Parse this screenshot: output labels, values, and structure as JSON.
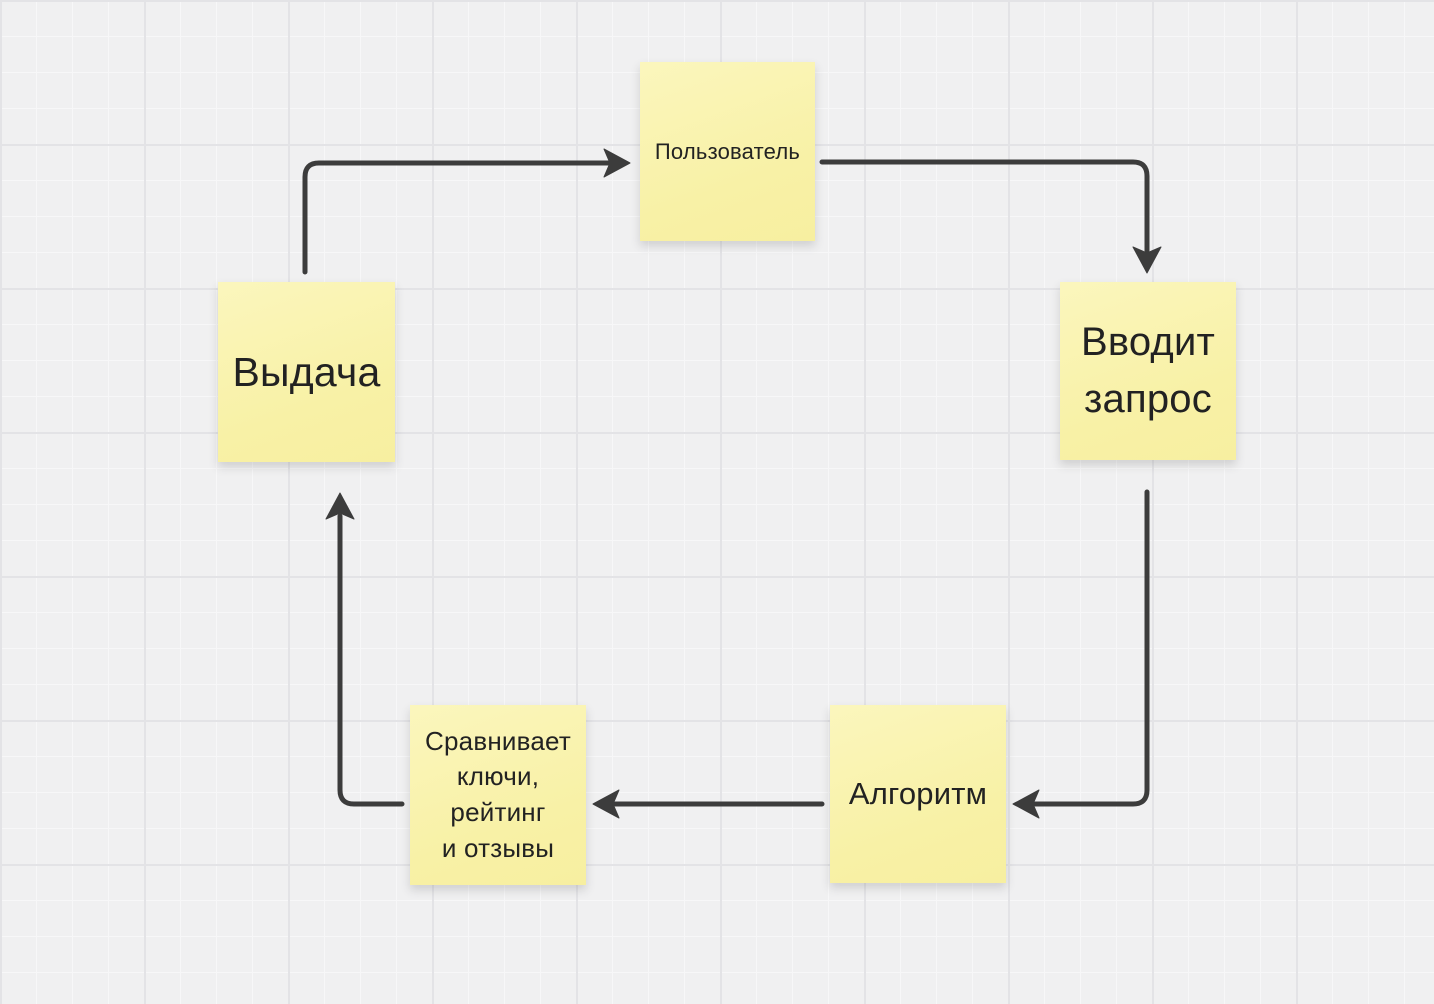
{
  "app": {
    "kind": "whiteboard-canvas",
    "language": "ru"
  },
  "colors": {
    "background": "#f0f0f1",
    "grid_minor": "#f7f7f8",
    "grid_major": "#e3e3e6",
    "sticky_fill": "#f8f1a6",
    "sticky_fill_light": "#fbf6bd",
    "sticky_text": "#222222",
    "connector": "#3c3c3c"
  },
  "diagram": {
    "nodes": [
      {
        "id": "user",
        "label": "Пользователь"
      },
      {
        "id": "enters-query",
        "label": "Вводит\nзапрос"
      },
      {
        "id": "results",
        "label": "Выдача"
      },
      {
        "id": "compares",
        "label": "Сравнивает\nключи,\nрейтинг\nи отзывы"
      },
      {
        "id": "algorithm",
        "label": "Алгоритм"
      }
    ],
    "connections": [
      {
        "from": "results",
        "to": "user"
      },
      {
        "from": "user",
        "to": "enters-query"
      },
      {
        "from": "enters-query",
        "to": "algorithm"
      },
      {
        "from": "algorithm",
        "to": "compares"
      },
      {
        "from": "compares",
        "to": "results"
      }
    ]
  }
}
